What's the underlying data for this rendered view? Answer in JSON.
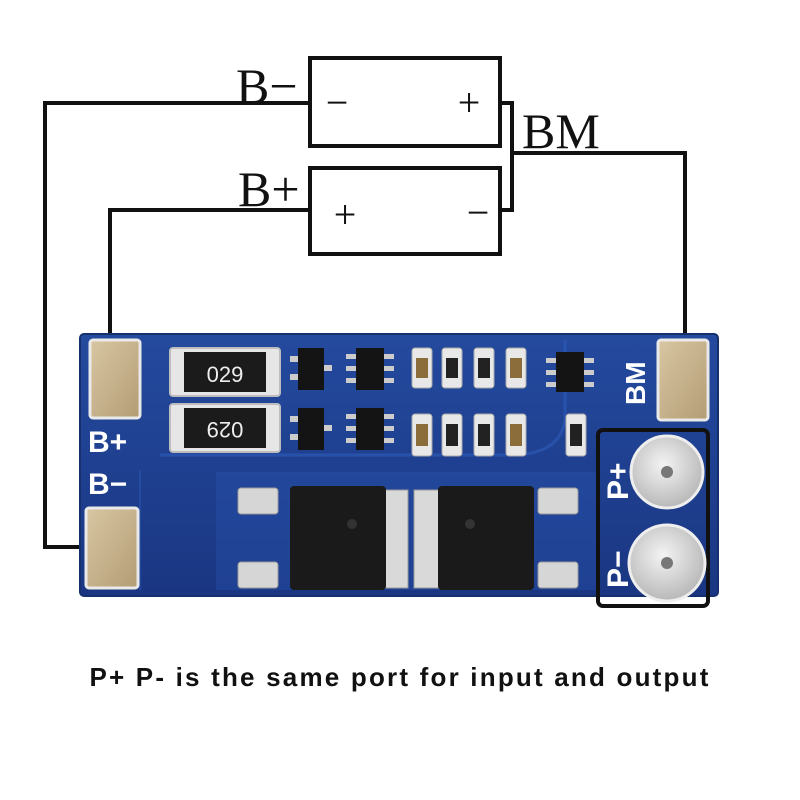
{
  "battery_top": {
    "terminal_label": "B−",
    "left_sign": "−",
    "right_sign": "+"
  },
  "battery_bottom": {
    "terminal_label": "B+",
    "left_sign": "+",
    "right_sign": "−"
  },
  "midpoint_label": "BM",
  "board": {
    "resistor_1_code": "029",
    "resistor_2_code": "029",
    "pad_b_plus": "B+",
    "pad_b_minus": "B−",
    "pad_bm": "BM",
    "pad_p_plus": "P+",
    "pad_p_minus": "P−"
  },
  "caption": "P+ P- is the same port for input and output",
  "colors": {
    "pcb_blue": "#1f3f8c",
    "pcb_edge": "#16306e",
    "pad_tan": "#c9b38c",
    "wire": "#111111",
    "silk": "#ffffff"
  }
}
